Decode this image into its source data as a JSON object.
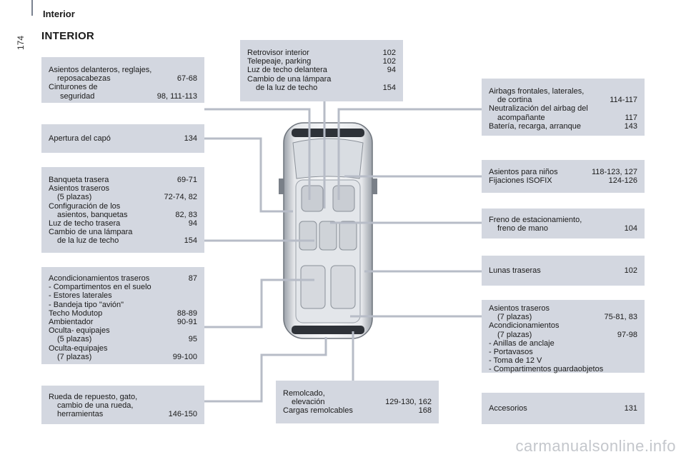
{
  "header": {
    "section": "Interior",
    "page_number": "174"
  },
  "title": "INTERIOR",
  "left": {
    "seats": {
      "l1": "Asientos delanteros, reglajes,",
      "l2": "reposacabezas",
      "p2": "67-68",
      "l3": "Cinturones de",
      "l4": "seguridad",
      "p4": "98, 111-113"
    },
    "bonnet": {
      "l1": "Apertura del capó",
      "p1": "134"
    },
    "rear_bench": {
      "l1": "Banqueta trasera",
      "p1": "69-71",
      "l2": "Asientos traseros",
      "l3": "(5 plazas)",
      "p3": "72-74, 82",
      "l4": "Configuración de los",
      "l5": "asientos, banquetas",
      "p5": "82, 83",
      "l6": "Luz de techo trasera",
      "p6": "94",
      "l7": "Cambio de una lámpara",
      "l8": "de la luz de techo",
      "p8": "154"
    },
    "fittings": {
      "l1": "Acondicionamientos traseros",
      "p1": "87",
      "l2": "-  Compartimentos en el suelo",
      "l3": "-  Estores laterales",
      "l4": "-  Bandeja tipo \"avión\"",
      "l5": "Techo Modutop",
      "p5": "88-89",
      "l6": "Ambientador",
      "p6": "90-91",
      "l7": "Oculta- equipajes",
      "l8": "(5 plazas)",
      "p8": "95",
      "l9": "Oculta-equipajes",
      "l10": "(7 plazas)",
      "p10": "99-100"
    },
    "spare": {
      "l1": "Rueda de repuesto, gato,",
      "l2": "cambio de una rueda,",
      "l3": "herramientas",
      "p3": "146-150"
    }
  },
  "top": {
    "l1": "Retrovisor interior",
    "p1": "102",
    "l2": "Telepeaje, parking",
    "p2": "102",
    "l3": "Luz de techo delantera",
    "p3": "94",
    "l4": "Cambio de una lámpara",
    "l5": "de la luz de techo",
    "p5": "154"
  },
  "bottom": {
    "l1": "Remolcado,",
    "l2": "elevación",
    "p2": "129-130, 162",
    "l3": "Cargas remolcables",
    "p3": "168"
  },
  "right": {
    "airbags": {
      "l1": "Airbags frontales, laterales,",
      "l2": "de cortina",
      "p2": "114-117",
      "l3": "Neutralización del airbag del",
      "l4": "acompañante",
      "p4": "117",
      "l5": "Batería, recarga, arranque",
      "p5": "143"
    },
    "child": {
      "l1": "Asientos para niños",
      "p1": "118-123, 127",
      "l2": "Fijaciones ISOFIX",
      "p2": "124-126"
    },
    "brake": {
      "l1": "Freno de estacionamiento,",
      "l2": "freno de mano",
      "p2": "104"
    },
    "windows": {
      "l1": "Lunas traseras",
      "p1": "102"
    },
    "seven": {
      "l1": "Asientos traseros",
      "l2": "(7 plazas)",
      "p2": "75-81, 83",
      "l3": "Acondicionamientos",
      "l4": "(7 plazas)",
      "p4": "97-98",
      "l5": "-  Anillas de anclaje",
      "l6": "-  Portavasos",
      "l7": "-  Toma de 12 V",
      "l8": "-  Compartimentos guardaobjetos"
    },
    "accessories": {
      "l1": "Accesorios",
      "p1": "131"
    }
  },
  "footer": {
    "watermark": "carmanualsonline.info"
  }
}
